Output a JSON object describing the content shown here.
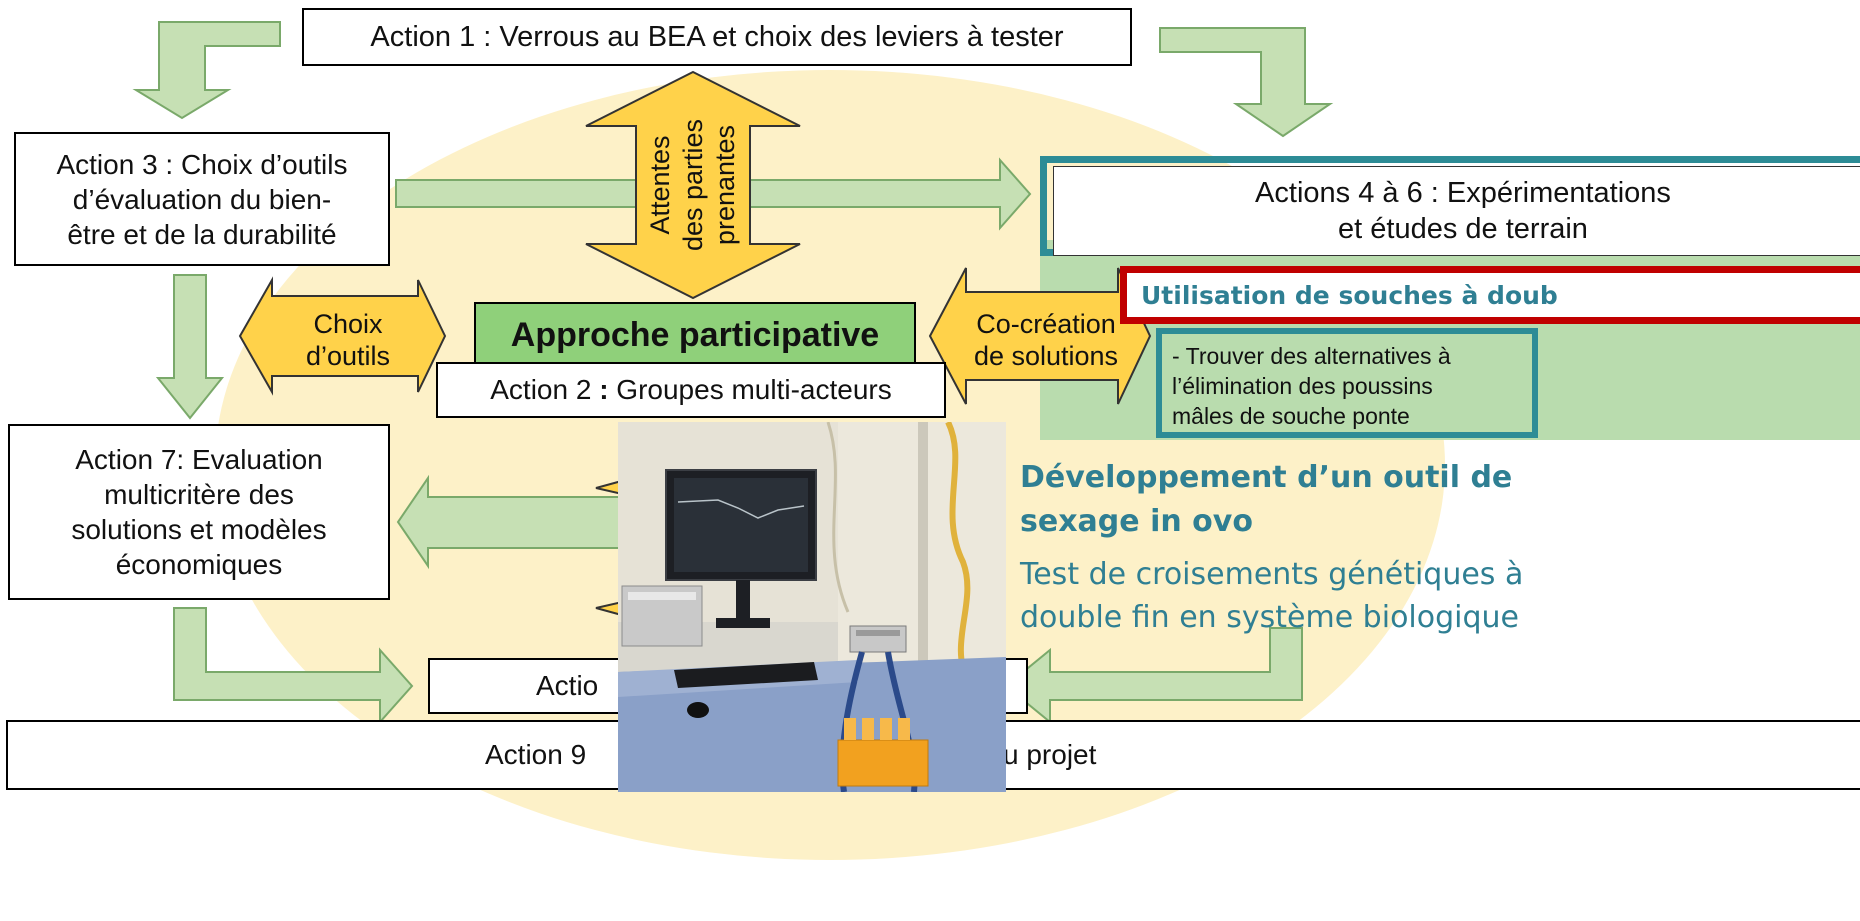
{
  "colors": {
    "arrow_fill": "#c6e0b4",
    "arrow_stroke": "#7aa96a",
    "yellow_fill": "#ffd24a",
    "yellow_stroke": "#333333",
    "background_ellipse": "#fdf1c8",
    "green_panel": "#b9dcae",
    "approach_fill": "#8fd07a",
    "teal_border": "#2d8c96",
    "red_border": "#c00000",
    "teal_text": "#2f7f93"
  },
  "boxes": {
    "action1": "Action 1 : Verrous au BEA et choix des leviers à tester",
    "action3": "Action 3 : Choix d’outils\nd’évaluation du bien-\nêtre et de la durabilité",
    "action46": "Actions 4 à 6 : Expérimentations\net études de terrain",
    "approach": "Approche participative",
    "action2_prefix": "Action 2 ",
    "action2_colon": ":",
    "action2_suffix": " Groupes multi-acteurs",
    "action7": "Action 7: Evaluation\nmulticritère des\nsolutions et modèles\néconomiques",
    "action8_partial": "Actio",
    "action9_left": "Action 9",
    "action9_right": "u projet"
  },
  "yellow_labels": {
    "top_arrow": "Attentes\ndes parties\nprenantes",
    "left_arrow": "Choix\nd’outils",
    "right_arrow": "Co-création\nde solutions"
  },
  "highlight": {
    "red_box_text": "Utilisation de souches à doub",
    "teal_box_text": "- Trouver des alternatives à\nl’élimination des poussins\nmâles de souche ponte"
  },
  "overlay_text": {
    "heading": "Développement d’un outil de\nsexage in ovo",
    "body": "Test de croisements génétiques à\ndouble fin en système biologique"
  },
  "photo": {
    "subject": "laboratory bench photo",
    "items": [
      "computer-monitor",
      "keyboard",
      "mouse",
      "balance",
      "electronic-device",
      "cables",
      "tube-rack"
    ]
  }
}
